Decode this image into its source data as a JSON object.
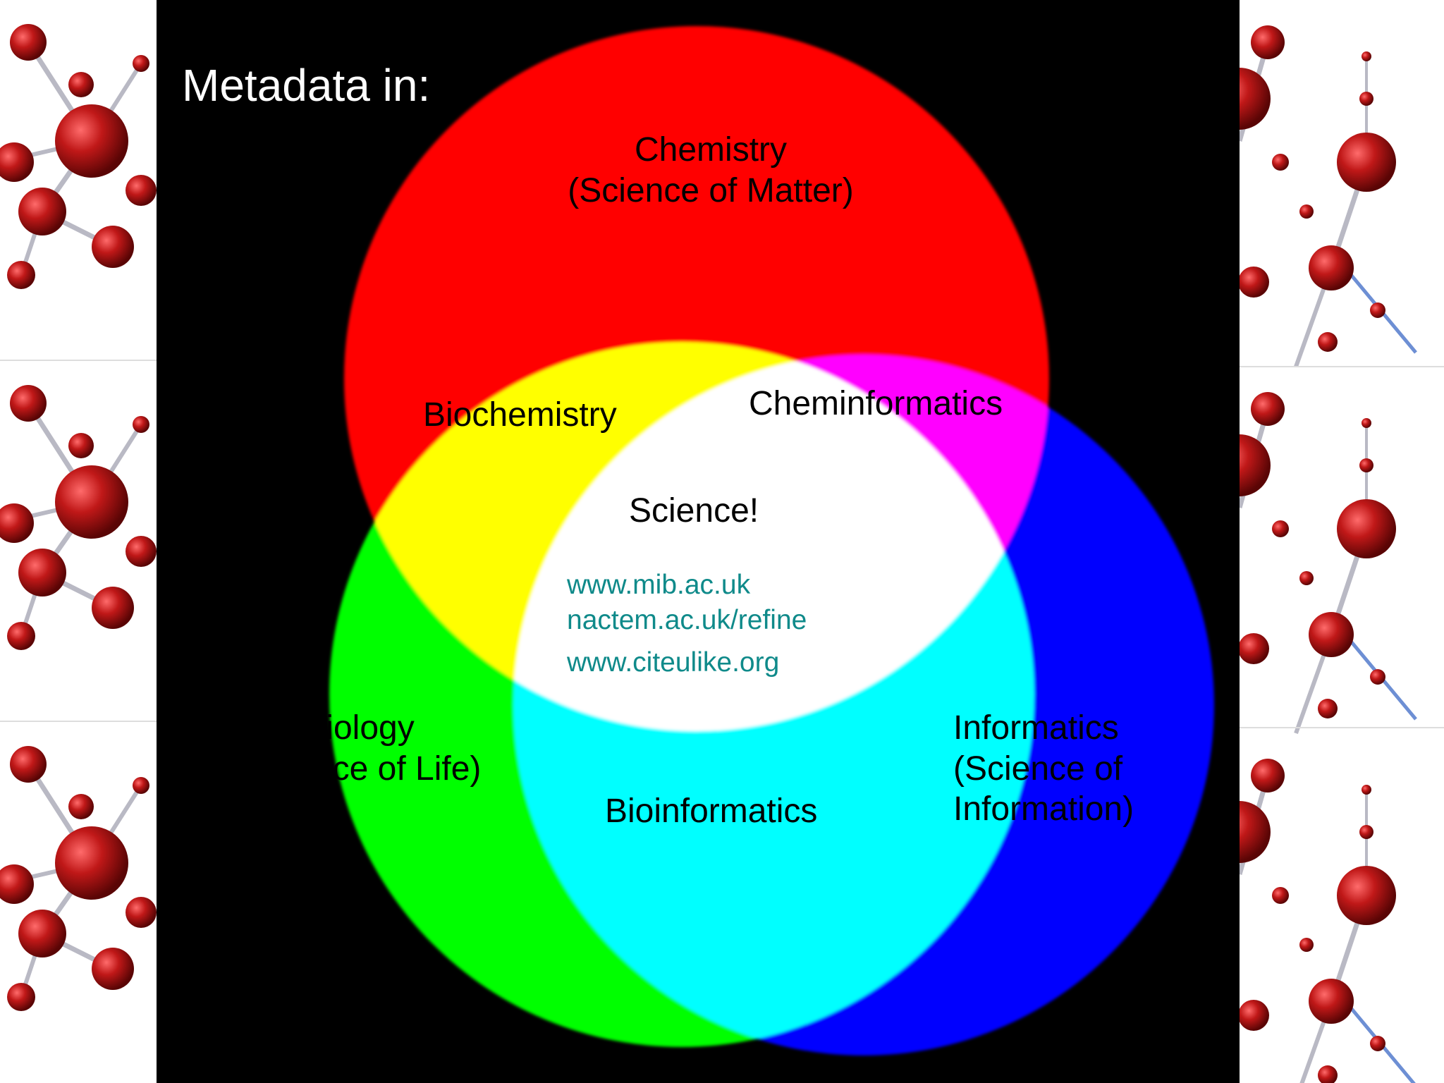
{
  "slide": {
    "title": "Metadata in:",
    "circles": {
      "chemistry": {
        "name": "Chemistry",
        "subtitle": "(Science of Matter)",
        "color": "#ff0000"
      },
      "biology": {
        "name": "Biology",
        "subtitle": "(Science of Life)",
        "color": "#00ff00"
      },
      "informatics": {
        "name": "Informatics",
        "subtitle_line1": "(Science of",
        "subtitle_line2": "Information)",
        "color": "#0000ff"
      }
    },
    "overlaps": {
      "biochemistry": "Biochemistry",
      "cheminformatics": "Cheminformatics",
      "bioinformatics": "Bioinformatics",
      "center": "Science!"
    },
    "links": [
      "www.mib.ac.uk",
      "nactem.ac.uk/refine",
      "www.citeulike.org"
    ],
    "colors": {
      "link": "#0f8a8a",
      "molecule": "#b01414",
      "background": "#000000"
    }
  }
}
